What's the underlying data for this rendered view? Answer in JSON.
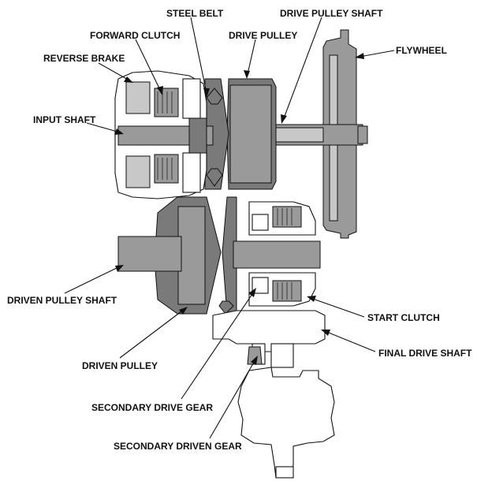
{
  "labels": {
    "steel_belt": "STEEL BELT",
    "drive_pulley_shaft": "DRIVE PULLEY SHAFT",
    "forward_clutch": "FORWARD CLUTCH",
    "drive_pulley": "DRIVE PULLEY",
    "flywheel": "FLYWHEEL",
    "reverse_brake": "REVERSE BRAKE",
    "input_shaft": "INPUT SHAFT",
    "driven_pulley_shaft": "DRIVEN PULLEY SHAFT",
    "start_clutch": "START CLUTCH",
    "final_drive_shaft": "FINAL DRIVE SHAFT",
    "driven_pulley": "DRIVEN PULLEY",
    "secondary_drive_gear": "SECONDARY DRIVE GEAR",
    "secondary_driven_gear": "SECONDARY DRIVEN GEAR"
  }
}
